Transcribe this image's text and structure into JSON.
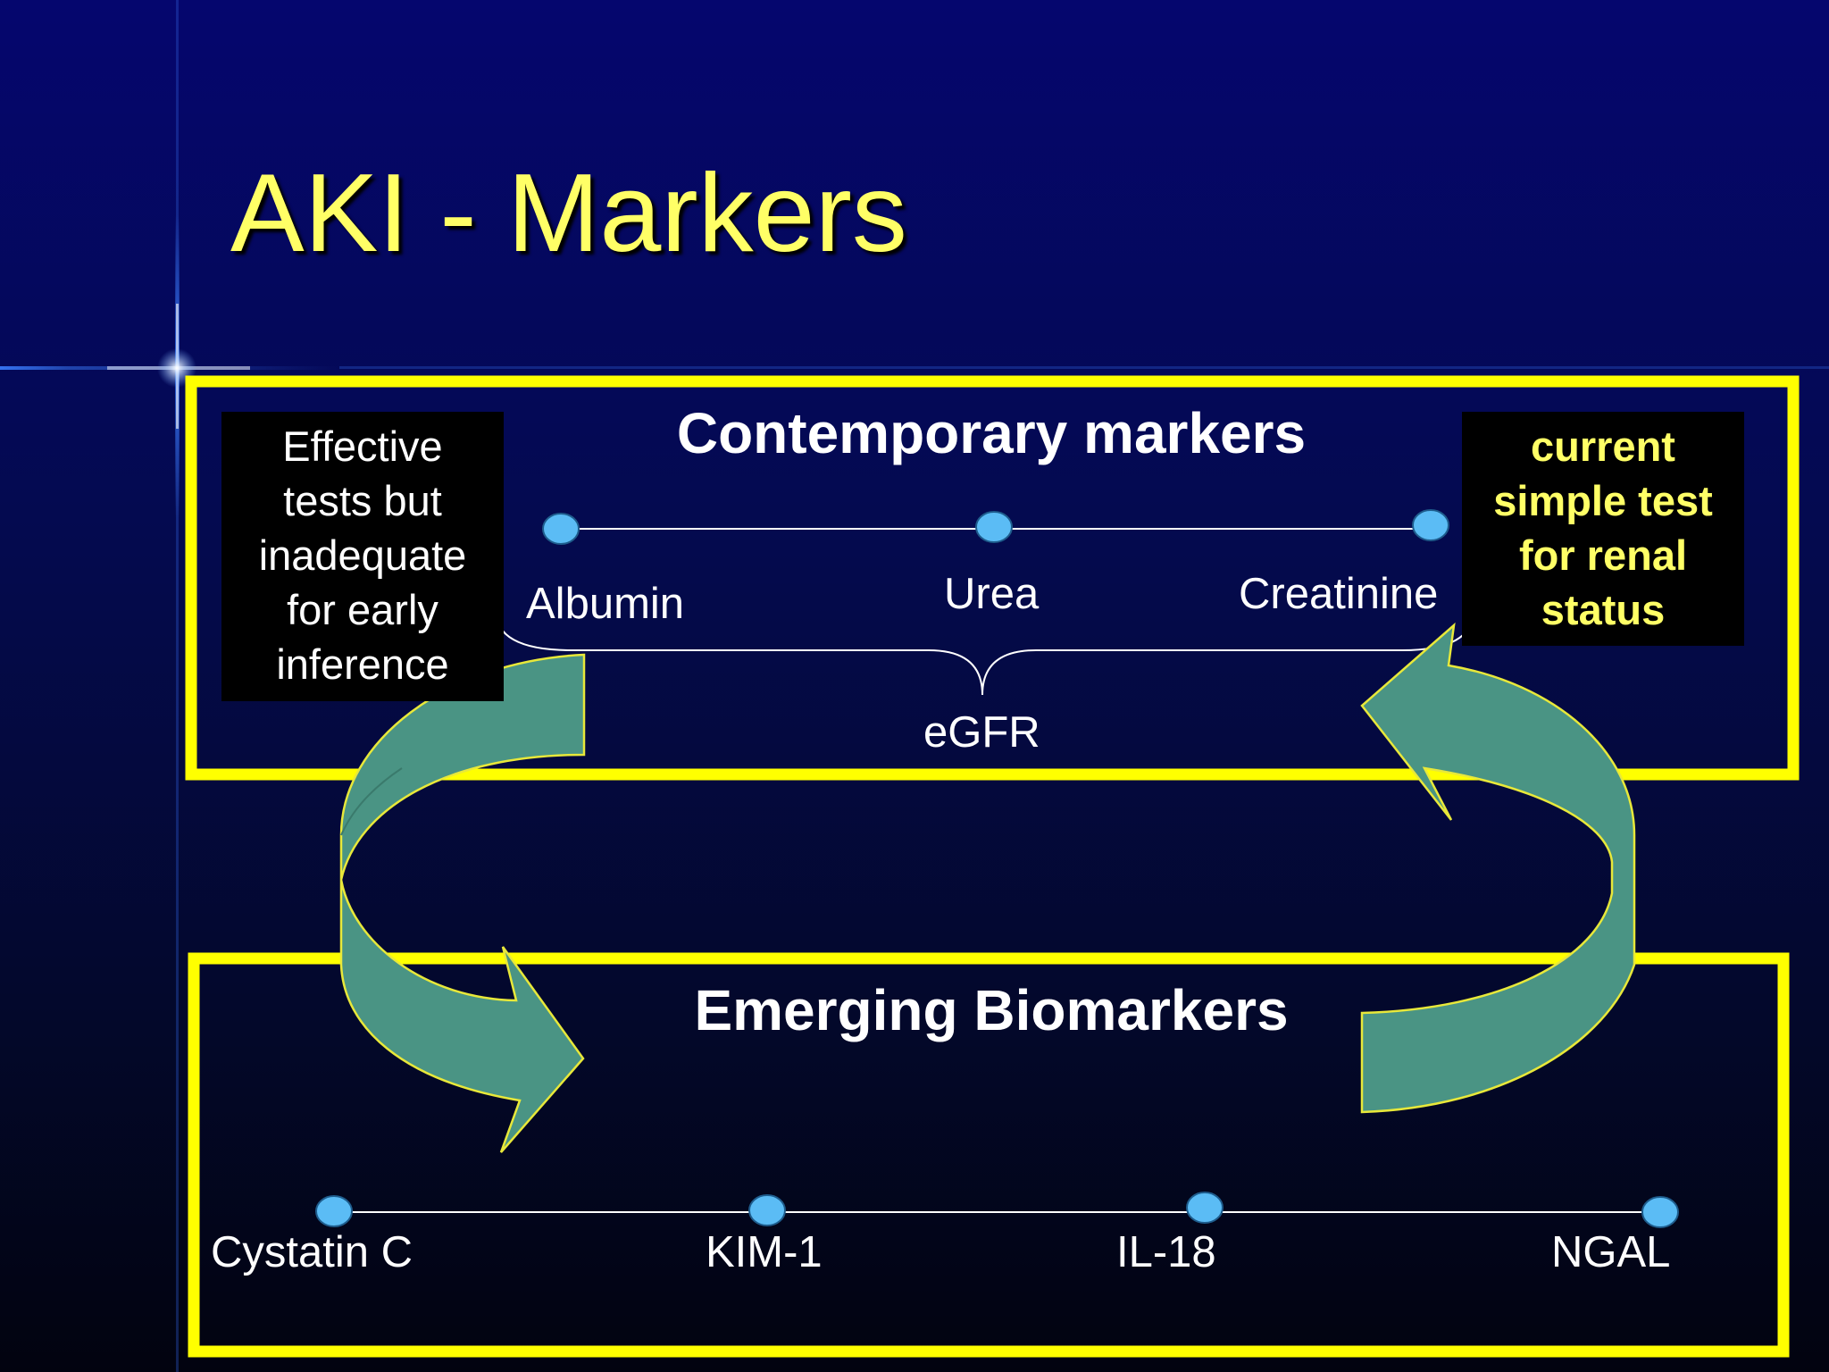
{
  "slide": {
    "title": "AKI - Markers",
    "colors": {
      "title": "#ffff66",
      "frame": "#ffff00",
      "node": "#5bbcf5",
      "arrow": "#4a9484"
    }
  },
  "contemporary": {
    "heading": "Contemporary markers",
    "markers": [
      "Albumin",
      "Urea",
      "Creatinine"
    ],
    "brace_label": "eGFR"
  },
  "left_note": {
    "lines": [
      "Effective",
      "tests but",
      "inadequate",
      "for early",
      "inference"
    ]
  },
  "right_note": {
    "lines": [
      "current",
      "simple test",
      "for renal",
      "status"
    ]
  },
  "emerging": {
    "heading": "Emerging Biomarkers",
    "markers": [
      "Cystatin C",
      "KIM-1",
      "IL-18",
      "NGAL"
    ]
  }
}
